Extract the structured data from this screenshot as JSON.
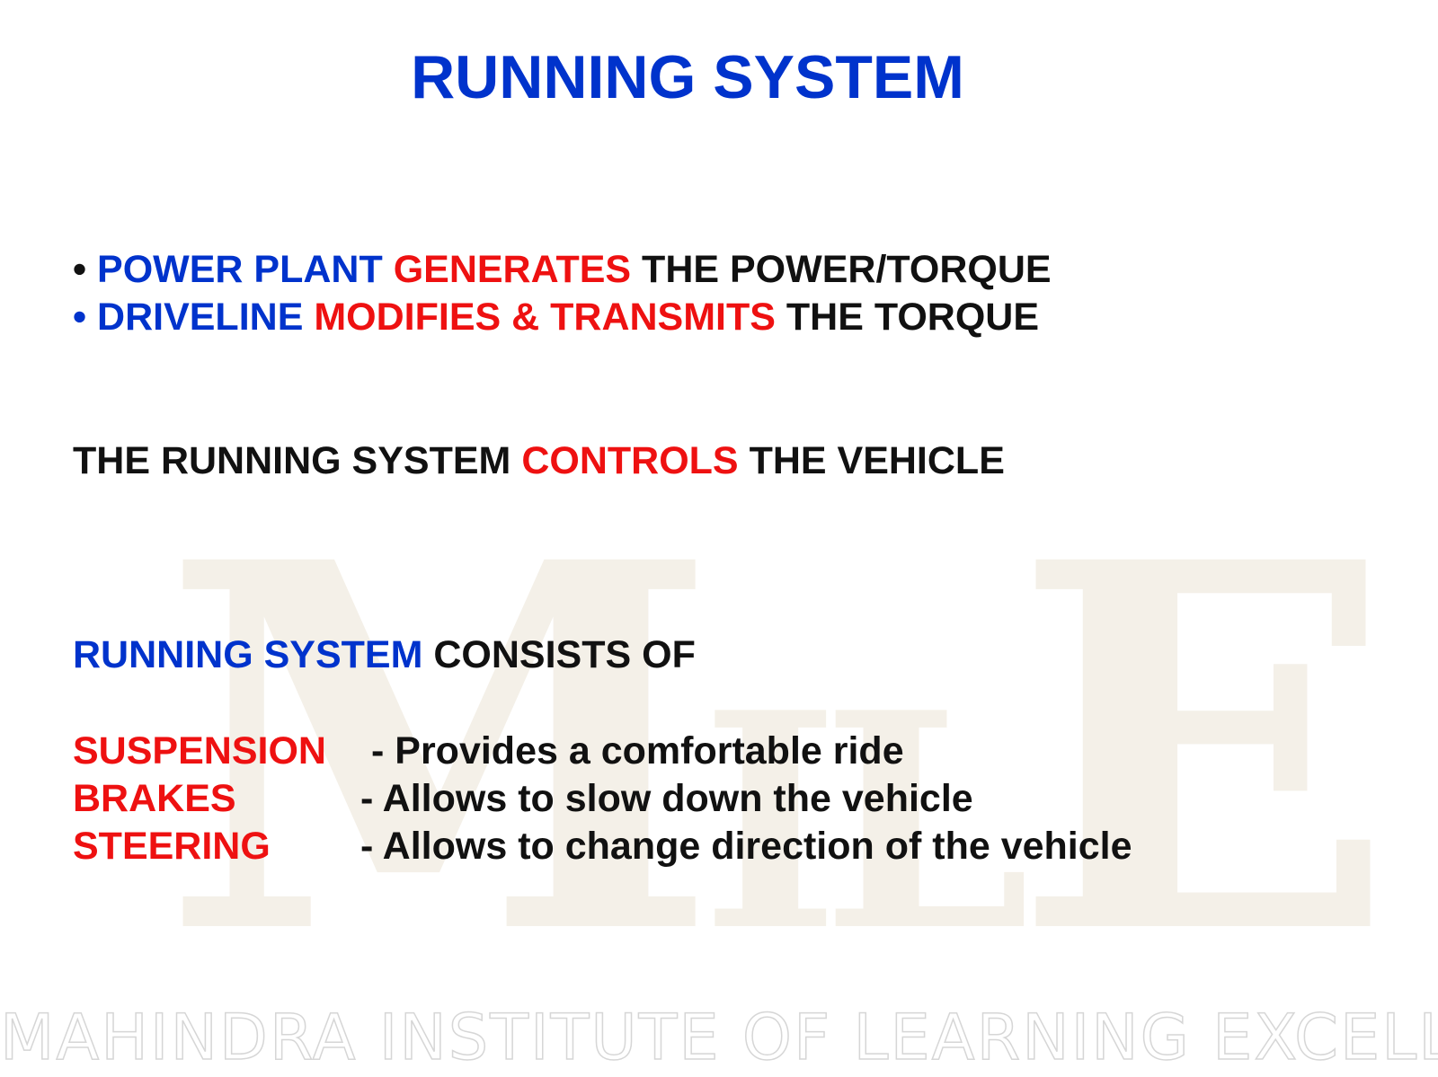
{
  "watermark": {
    "logo_text": "MILE",
    "footer_text": "MAHINDRA INSTITUTE OF LEARNING EXCELLENCE"
  },
  "title": "RUNNING SYSTEM",
  "bullets": [
    {
      "marker": "•",
      "subject": "POWER PLANT",
      "verb": "GENERATES",
      "rest": "THE POWER/TORQUE"
    },
    {
      "marker": "•",
      "subject": "DRIVELINE",
      "verb": "MODIFIES & TRANSMITS",
      "rest": "THE TORQUE"
    }
  ],
  "statement": {
    "prefix": "THE RUNNING SYSTEM",
    "verb": "CONTROLS",
    "suffix": "THE VEHICLE"
  },
  "consists": {
    "subject": "RUNNING SYSTEM",
    "rest": "CONSISTS OF"
  },
  "components": [
    {
      "name": "SUSPENSION",
      "description": "- Provides a comfortable ride"
    },
    {
      "name": "BRAKES",
      "description": "- Allows to slow down the vehicle"
    },
    {
      "name": "STEERING",
      "description": "- Allows to change direction of the vehicle"
    }
  ],
  "colors": {
    "blue": "#0033cc",
    "red": "#ee1111",
    "black": "#111111"
  }
}
